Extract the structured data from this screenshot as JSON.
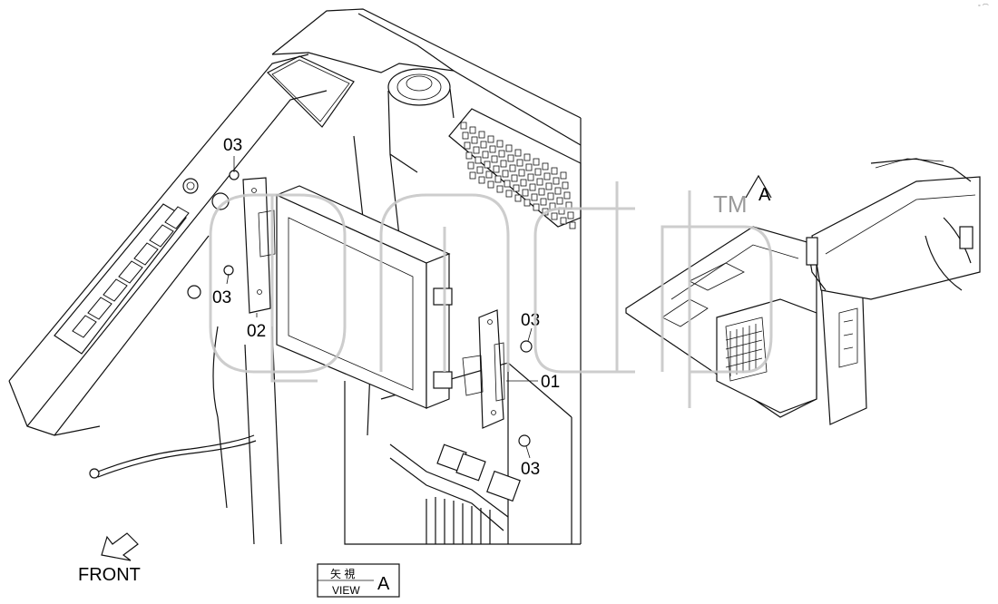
{
  "callouts": {
    "p03_top": "03",
    "p03_left": "03",
    "p02": "02",
    "p03_right_top": "03",
    "p01": "01",
    "p03_right_bottom": "03"
  },
  "view_marker": {
    "letter": "A"
  },
  "trademark": "TM",
  "front_label": "FRONT",
  "view_box": {
    "kanji": "矢 視",
    "view_text": "VIEW",
    "letter": "A"
  }
}
